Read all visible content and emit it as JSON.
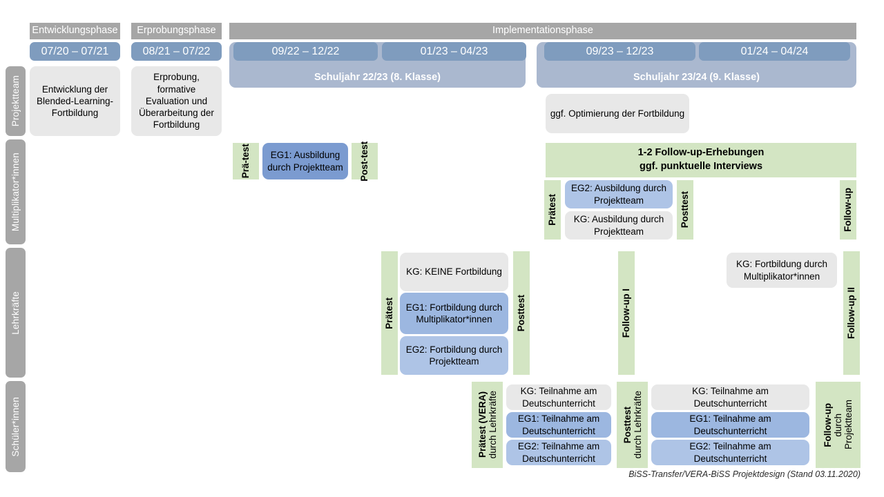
{
  "header": {
    "phases": [
      {
        "label": "Entwicklungsphase"
      },
      {
        "label": "Erprobungsphase"
      },
      {
        "label": "Implementationsphase"
      }
    ],
    "date_bars": [
      {
        "label": "07/20 – 07/21"
      },
      {
        "label": "08/21 – 07/22"
      },
      {
        "label": "09/22 – 12/22"
      },
      {
        "label": "01/23 – 04/23"
      },
      {
        "label": "09/23 – 12/23"
      },
      {
        "label": "01/24 – 04/24"
      }
    ],
    "school_years": [
      {
        "label": "Schuljahr 22/23 (8. Klasse)"
      },
      {
        "label": "Schuljahr 23/24 (9. Klasse)"
      }
    ]
  },
  "rows": {
    "projektteam": {
      "label": "Projektteam"
    },
    "multiplikatoren": {
      "label": "Multiplikator*innen"
    },
    "lehrkraefte": {
      "label": "Lehrkräfte"
    },
    "schueler": {
      "label": "Schüler*innen"
    }
  },
  "projektteam": {
    "entwicklung": "Entwicklung der Blended-Learning-Fortbildung",
    "erprobung": "Erprobung, formative Evaluation und Überarbeitung der Fortbildung",
    "optimierung": "ggf. Optimierung der Fortbildung"
  },
  "multiplikatoren": {
    "praetest_short_1": "Prä-",
    "praetest_short_2": "test",
    "posttest_short_1": "Post-",
    "posttest_short_2": "test",
    "eg1_box": "EG1: Ausbildung durch Projektteam",
    "followup_banner_line1": "1-2 Follow-up-Erhebungen",
    "followup_banner_line2": "ggf. punktuelle Interviews",
    "praetest": "Prätest",
    "posttest": "Posttest",
    "followup": "Follow-up",
    "eg2_box": "EG2: Ausbildung durch Projektteam",
    "kg_box": "KG: Ausbildung durch Projektteam"
  },
  "lehrkraefte": {
    "praetest": "Prätest",
    "posttest": "Posttest",
    "followup_1": "Follow-up I",
    "followup_2": "Follow-up II",
    "kg_box": "KG:  KEINE Fortbildung",
    "eg1_box": "EG1: Fortbildung durch Multiplikator*innen",
    "eg2_box": "EG2: Fortbildung durch Projektteam",
    "kg_box_2": "KG: Fortbildung durch Multiplikator*innen"
  },
  "schueler": {
    "praetest_main": "Prätest (VERA)",
    "praetest_sub": "durch Lehrkräfte",
    "posttest_main": "Posttest",
    "posttest_sub": "durch Lehrkräfte",
    "followup_main": "Follow-up",
    "followup_sub1": "durch",
    "followup_sub2": "Projektteam",
    "left_boxes": [
      {
        "label": "KG: Teilnahme am Deutschunterricht",
        "style": "grey"
      },
      {
        "label": "EG1: Teilnahme am Deutschunterricht",
        "style": "blue-dark"
      },
      {
        "label": "EG2: Teilnahme am Deutschunterricht",
        "style": "blue-light"
      }
    ],
    "right_boxes": [
      {
        "label": "KG: Teilnahme am Deutschunterricht",
        "style": "grey"
      },
      {
        "label": "EG1: Teilnahme am Deutschunterricht",
        "style": "blue-dark"
      },
      {
        "label": "EG2: Teilnahme am Deutschunterricht",
        "style": "blue-light"
      }
    ]
  },
  "footer": {
    "text": "BiSS-Transfer/VERA-BiSS Projektdesign (Stand 03.11.2020)"
  },
  "colors": {
    "grey_header": "#a6a6a6",
    "date_bar": "#7f9cbe",
    "year_band": "#aab8cf",
    "green": "#d3e5c3",
    "grey_box": "#e8e8e8",
    "blue_dark": "#7b9bd0",
    "blue_light": "#aec4e6"
  }
}
